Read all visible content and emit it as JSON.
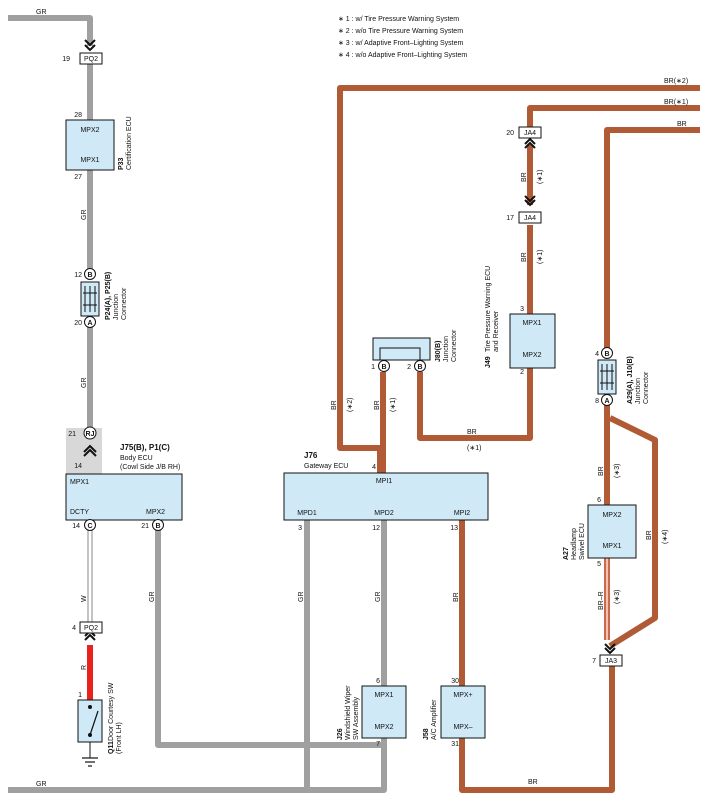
{
  "notes": [
    "∗ 1 : w/ Tire Pressure Warning System",
    "∗ 2 : w/o Tire Pressure Warning System",
    "∗ 3 : w/ Adaptive Front–Lighting System",
    "∗ 4 : w/o Adaptive Front–Lighting System"
  ],
  "colors": {
    "gray_wire": "#a0a0a0",
    "brown_wire": "#b05a36",
    "red_wire": "#e8231e",
    "pink_wire": "#e89a8c",
    "ecu_fill": "#cfe9f7",
    "shade": "#d8d8d8"
  },
  "wire_labels": {
    "gr": "GR",
    "w": "W",
    "r": "R",
    "br": "BR",
    "br_x1": "BR(∗1)",
    "br_x2": "BR(∗2)",
    "br_r": "BR–R",
    "x1": "(∗1)",
    "x2": "(∗2)",
    "x3": "(∗3)",
    "x4": "(∗4)"
  },
  "connectors": {
    "pq2": "PQ2",
    "ja4": "JA4",
    "ja3": "JA3",
    "rj": "RJ",
    "a": "A",
    "b": "B",
    "c": "C"
  },
  "components": {
    "p33": {
      "code": "P33",
      "name": "Certification ECU",
      "pin_top": "MPX2",
      "pin_bottom": "MPX1"
    },
    "p24": {
      "code": "P24(A), P25(B)",
      "name1": "Junction",
      "name2": "Connector"
    },
    "j75": {
      "code": "J75(B), P1(C)",
      "name1": "Body ECU",
      "name2": "(Cowl Side J/B RH)",
      "mpx1": "MPX1",
      "dcty": "DCTY",
      "mpx2": "MPX2"
    },
    "j76": {
      "code": "J76",
      "name": "Gateway ECU",
      "mpi1": "MPI1",
      "mpd1": "MPD1",
      "mpd2": "MPD2",
      "mpi2": "MPI2"
    },
    "j80": {
      "code": "J80(B)",
      "name1": "Junction",
      "name2": "Connector"
    },
    "j49": {
      "code": "J49",
      "name1": "Tire Pressure Warning ECU",
      "name2": "and Receiver",
      "pin_top": "MPX1",
      "pin_bottom": "MPX2"
    },
    "a29": {
      "code": "A29(A), J10(B)",
      "name1": "Junction",
      "name2": "Connector"
    },
    "a27": {
      "code": "A27",
      "name1": "Headlamp",
      "name2": "Swivel ECU",
      "pin_top": "MPX2",
      "pin_bottom": "MPX1"
    },
    "j26": {
      "code": "J26",
      "name1": "Windshield Wiper",
      "name2": "SW Assembly",
      "pin_top": "MPX1",
      "pin_bottom": "MPX2"
    },
    "j58": {
      "code": "J58",
      "name": "A/C Amplifier",
      "pin_top": "MPX+",
      "pin_bottom": "MPX–"
    },
    "q11": {
      "code": "Q11",
      "name1": "Door Courtesy SW",
      "name2": "(Front LH)"
    }
  },
  "pins": {
    "p19": "19",
    "p28": "28",
    "p27": "27",
    "p12": "12",
    "p20": "20",
    "p21": "21",
    "p14": "14",
    "p4": "4",
    "p1": "1",
    "p3": "3",
    "p13": "13",
    "p30": "30",
    "p31": "31",
    "p6": "6",
    "p7": "7",
    "p2": "2",
    "p5": "5",
    "p8": "8",
    "p17": "17"
  }
}
